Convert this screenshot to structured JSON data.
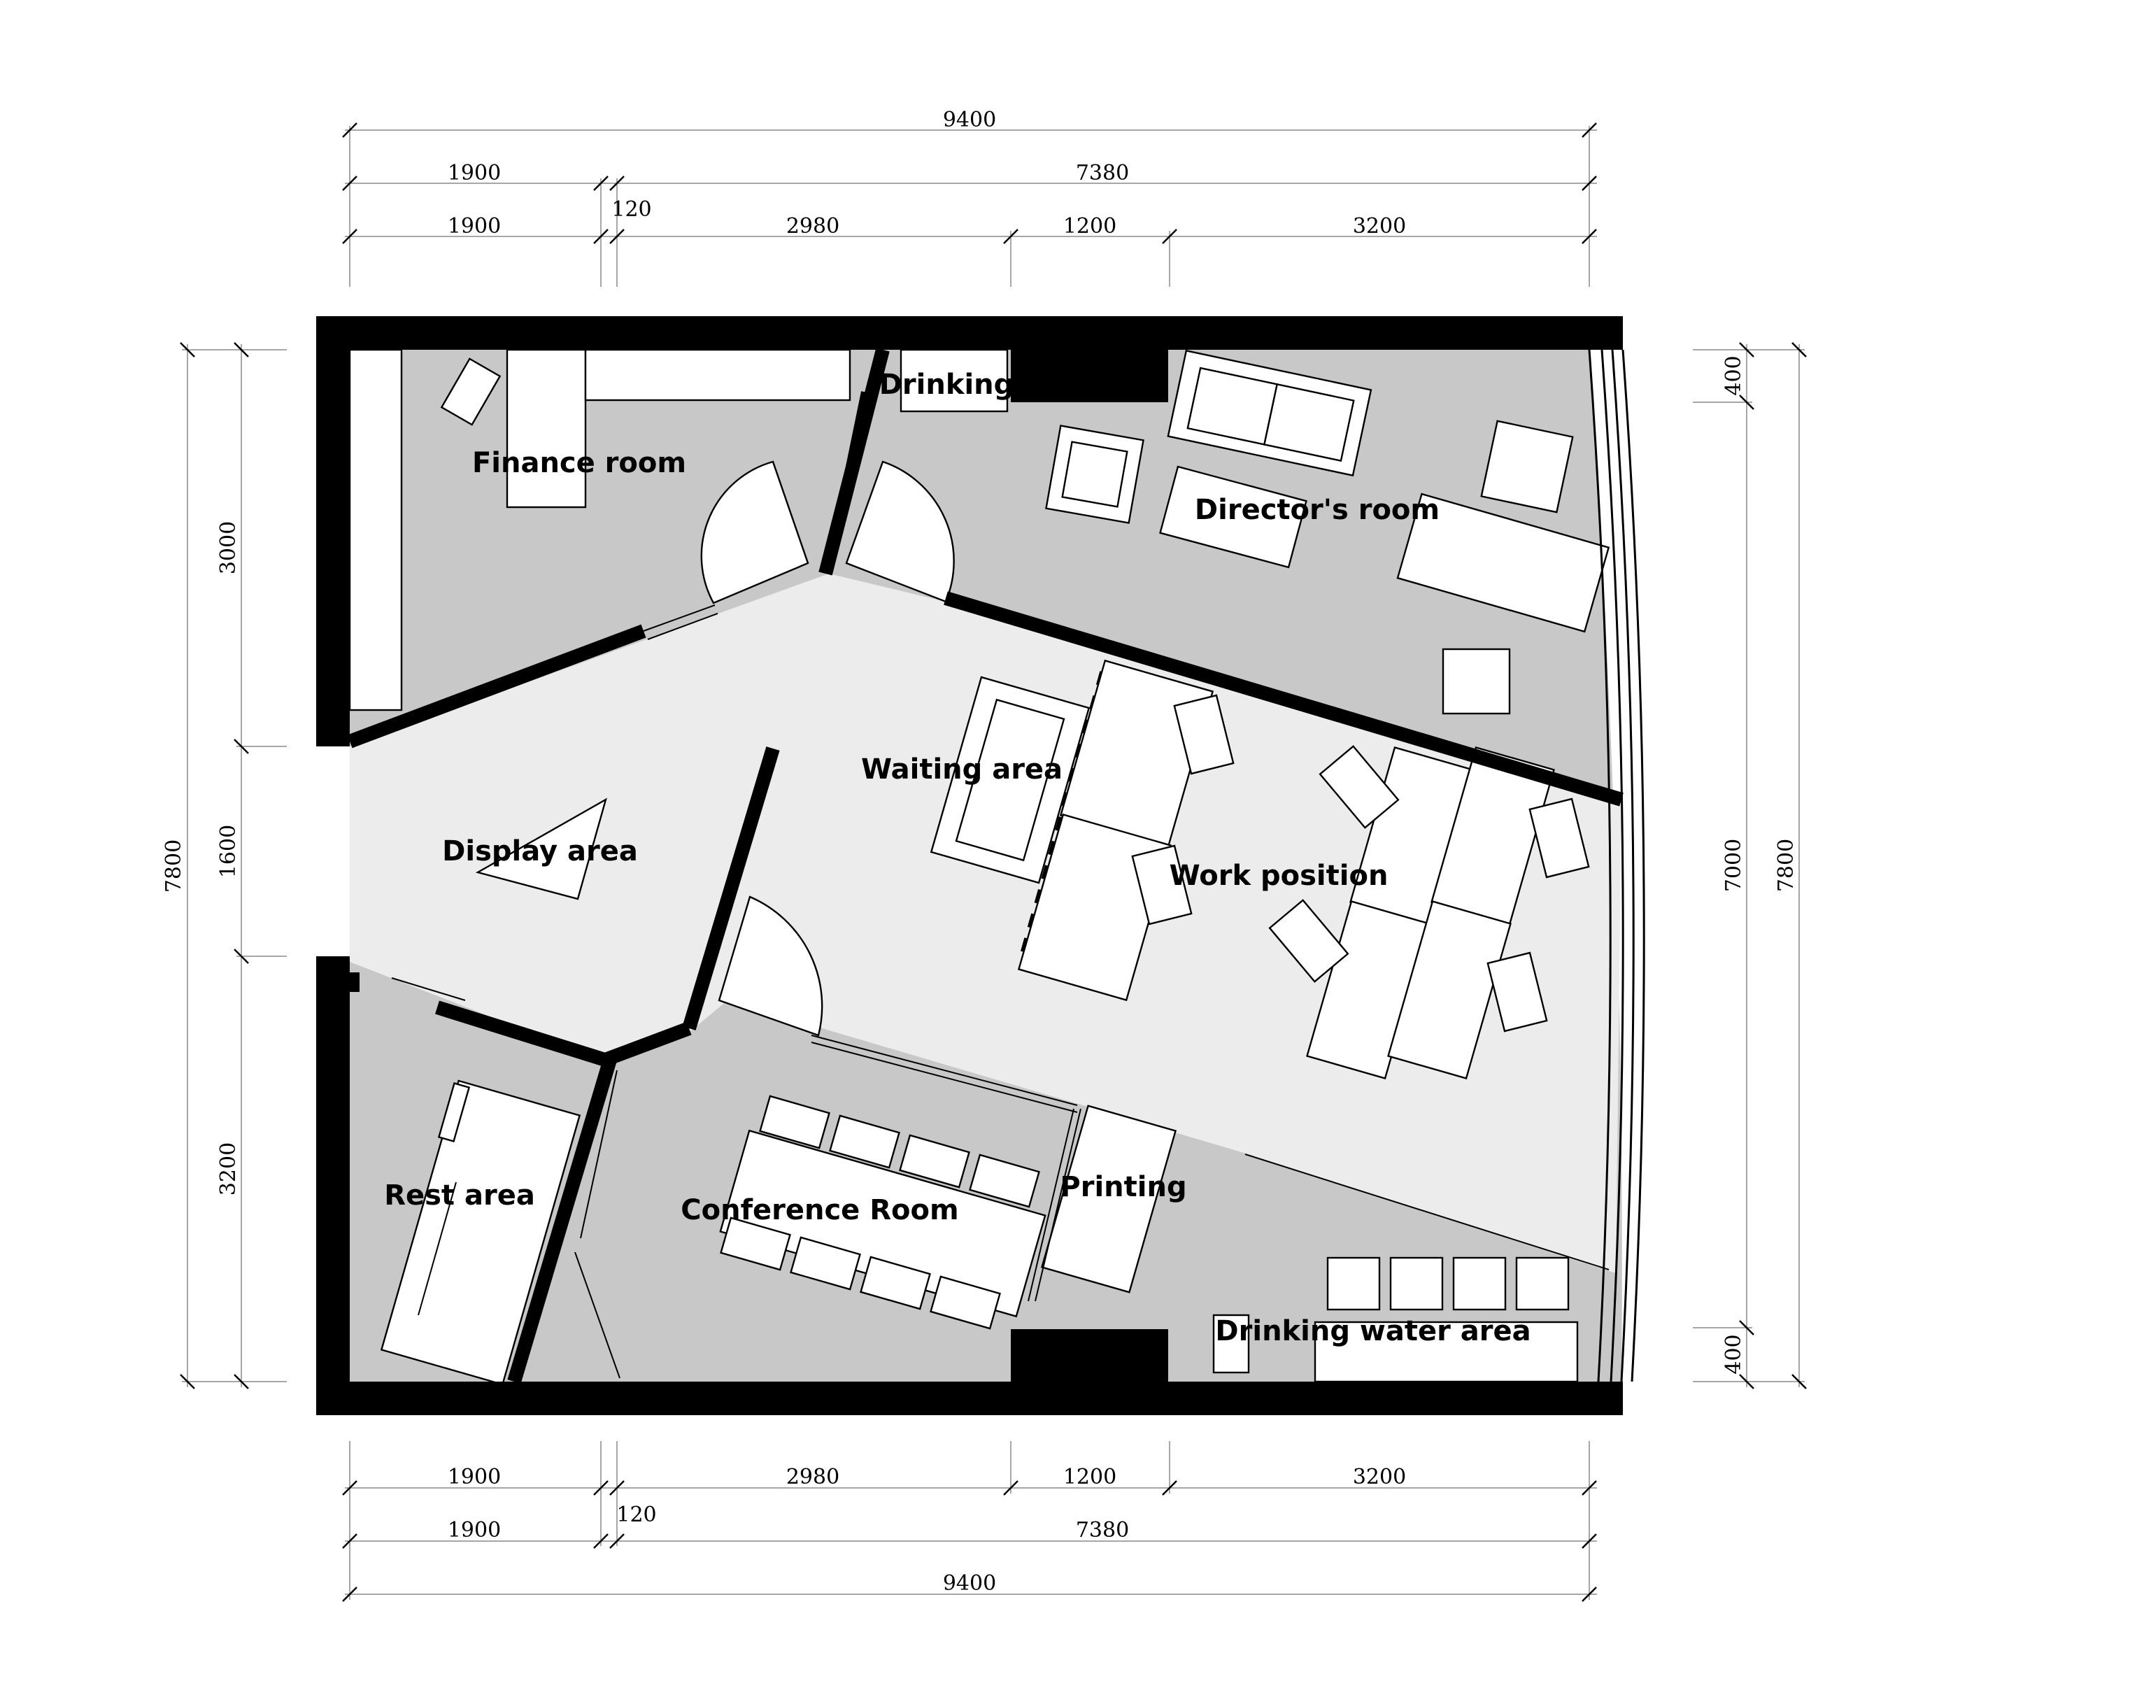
{
  "rooms": {
    "finance": "Finance room",
    "drinking": "Drinking",
    "director": "Director's room",
    "waiting": "Waiting area",
    "display": "Display area",
    "work": "Work position",
    "rest": "Rest area",
    "conference": "Conference Room",
    "printing": "Printing",
    "water": "Drinking water area"
  },
  "dimensions": {
    "top_total": "9400",
    "top_mid_left": "1900",
    "top_mid_right": "7380",
    "top_row_a": "1900",
    "top_row_gap": "120",
    "top_row_b": "2980",
    "top_row_c": "1200",
    "top_row_d": "3200",
    "bottom_row_a": "1900",
    "bottom_row_b": "2980",
    "bottom_row_c": "1200",
    "bottom_row_d": "3200",
    "bottom_mid_left": "1900",
    "bottom_mid_gap": "120",
    "bottom_mid_right": "7380",
    "bottom_total": "9400",
    "left_total": "7800",
    "left_top": "3000",
    "left_mid": "1600",
    "left_bottom": "3200",
    "right_top": "400",
    "right_mid": "7000",
    "right_bottom": "400",
    "right_total": "7800"
  },
  "colors": {
    "room_fill": "#c8c8c8",
    "corridor_fill": "#ececec",
    "wall": "#000000"
  }
}
